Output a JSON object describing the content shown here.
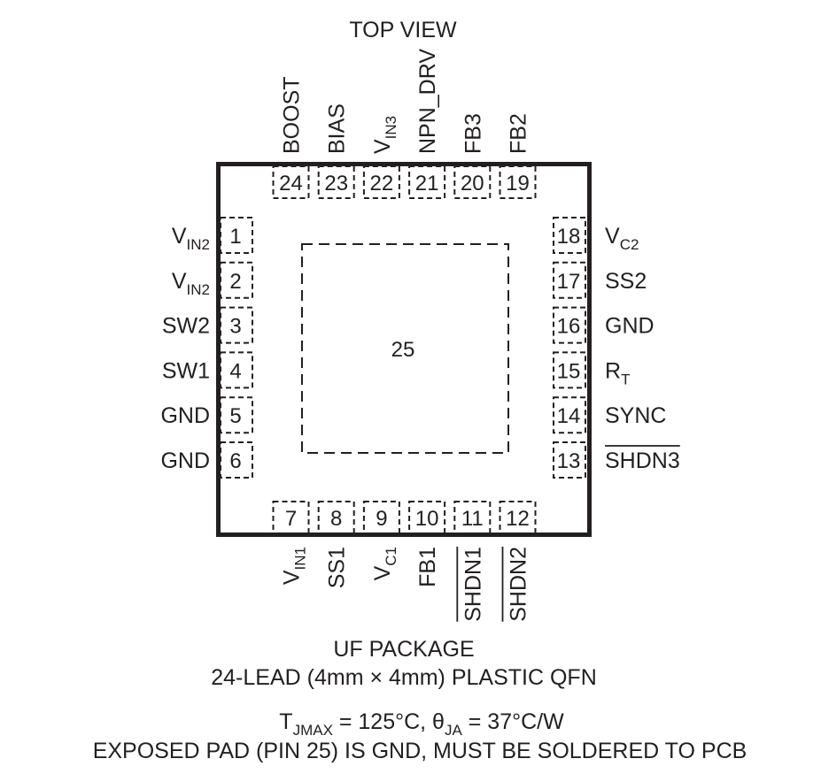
{
  "title": "TOP VIEW",
  "exposed_pad_number": "25",
  "pins": {
    "left": [
      {
        "num": "1",
        "name": "V",
        "sub": "IN2",
        "bar": false
      },
      {
        "num": "2",
        "name": "V",
        "sub": "IN2",
        "bar": false
      },
      {
        "num": "3",
        "name": "SW2",
        "sub": "",
        "bar": false
      },
      {
        "num": "4",
        "name": "SW1",
        "sub": "",
        "bar": false
      },
      {
        "num": "5",
        "name": "GND",
        "sub": "",
        "bar": false
      },
      {
        "num": "6",
        "name": "GND",
        "sub": "",
        "bar": false
      }
    ],
    "right": [
      {
        "num": "18",
        "name": "V",
        "sub": "C2",
        "bar": false
      },
      {
        "num": "17",
        "name": "SS2",
        "sub": "",
        "bar": false
      },
      {
        "num": "16",
        "name": "GND",
        "sub": "",
        "bar": false
      },
      {
        "num": "15",
        "name": "R",
        "sub": "T",
        "bar": false
      },
      {
        "num": "14",
        "name": "SYNC",
        "sub": "",
        "bar": false
      },
      {
        "num": "13",
        "name": "SHDN3",
        "sub": "",
        "bar": true
      }
    ],
    "top": [
      {
        "num": "24",
        "name": "BOOST",
        "sub": "",
        "bar": false
      },
      {
        "num": "23",
        "name": "BIAS",
        "sub": "",
        "bar": false
      },
      {
        "num": "22",
        "name": "V",
        "sub": "IN3",
        "bar": false
      },
      {
        "num": "21",
        "name": "NPN_DRV",
        "sub": "",
        "bar": false
      },
      {
        "num": "20",
        "name": "FB3",
        "sub": "",
        "bar": false
      },
      {
        "num": "19",
        "name": "FB2",
        "sub": "",
        "bar": false
      }
    ],
    "bottom": [
      {
        "num": "7",
        "name": "V",
        "sub": "IN1",
        "bar": false
      },
      {
        "num": "8",
        "name": "SS1",
        "sub": "",
        "bar": false
      },
      {
        "num": "9",
        "name": "V",
        "sub": "C1",
        "bar": false
      },
      {
        "num": "10",
        "name": "FB1",
        "sub": "",
        "bar": false
      },
      {
        "num": "11",
        "name": "SHDN1",
        "sub": "",
        "bar": true
      },
      {
        "num": "12",
        "name": "SHDN2",
        "sub": "",
        "bar": true
      }
    ]
  },
  "caption": {
    "package_name": "UF PACKAGE",
    "package_desc": "24-LEAD (4mm × 4mm) PLASTIC QFN",
    "thermal": {
      "t_main": "T",
      "t_sub": "JMAX",
      "t_rest": " = 125°C, θ",
      "theta_sub": "JA",
      "theta_rest": " = 37°C/W"
    },
    "note": "EXPOSED PAD (PIN 25) IS GND, MUST BE SOLDERED TO PCB"
  }
}
